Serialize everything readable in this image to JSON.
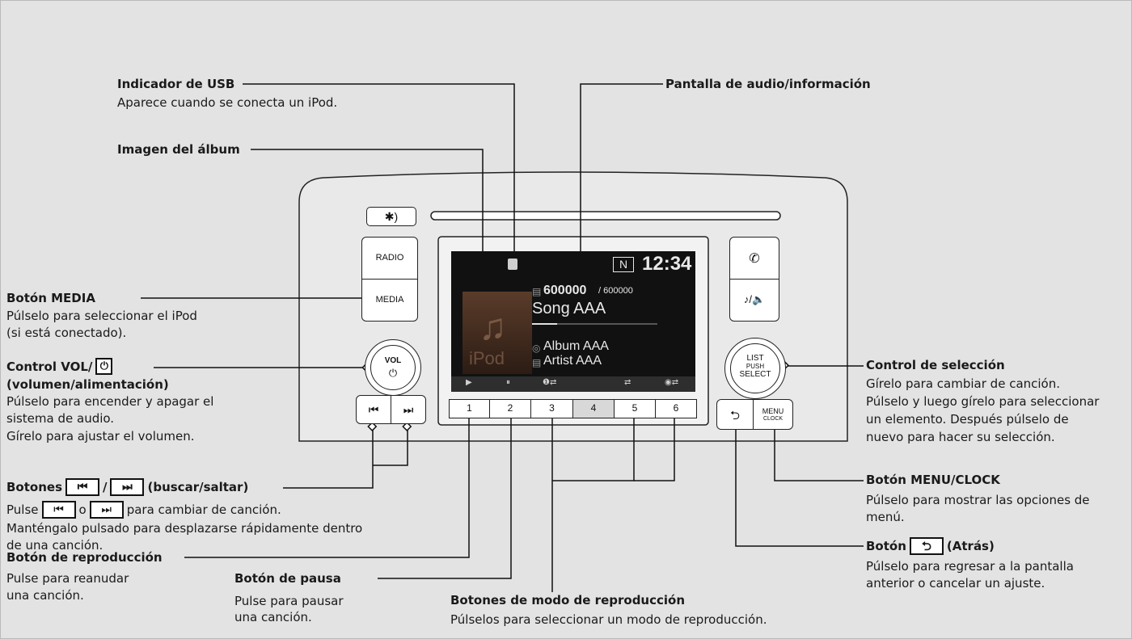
{
  "device": {
    "illumination_glyph": "✱)",
    "radio_label": "RADIO",
    "media_label": "MEDIA",
    "vol_label": "VOL",
    "power_glyph": "⏻",
    "skip_back_glyph": "⏮",
    "skip_fwd_glyph": "⏭",
    "phone_glyph": "✆",
    "music_glyph": "♪/🔈",
    "select_knob_lines": [
      "LIST",
      "PUSH",
      "SELECT"
    ],
    "back_glyph": "⮌",
    "menu_label": "MENU",
    "clock_label": "CLOCK",
    "presets": [
      "1",
      "2",
      "3",
      "4",
      "5",
      "6"
    ]
  },
  "screen": {
    "mode_badge": "N",
    "clock": "12:34",
    "track_counter": "600000",
    "track_total": "/ 600000",
    "song": "Song AAA",
    "album": "Album AAA",
    "artist": "Artist AAA",
    "art_watermark": "iPod",
    "progress_fraction": 0.2,
    "bottom_icons": [
      "▶",
      "⏸",
      "❶⇄",
      "⇄",
      "◉⇄"
    ]
  },
  "labels": {
    "usb": {
      "title": "Indicador de USB",
      "desc": "Aparece cuando se conecta un iPod."
    },
    "display": {
      "title": "Pantalla de audio/información"
    },
    "album_art": {
      "title": "Imagen del álbum"
    },
    "media": {
      "title": "Botón MEDIA",
      "desc1": "Púlselo para seleccionar el iPod",
      "desc2": "(si está conectado)."
    },
    "vol": {
      "title_prefix": "Control VOL/",
      "title2": "(volumen/alimentación)",
      "desc1": "Púlselo para encender y apagar el",
      "desc2": "sistema de audio.",
      "desc3": "Gírelo para ajustar el volumen."
    },
    "seek": {
      "title_prefix": "Botones",
      "separator": "/",
      "title_suffix": "(buscar/saltar)",
      "desc1_prefix": "Pulse",
      "desc1_mid": "o",
      "desc1_suffix": "para cambiar de canción.",
      "desc2": "Manténgalo pulsado para desplazarse rápidamente dentro",
      "desc3": "de una canción."
    },
    "play": {
      "title": "Botón de reproducción",
      "desc1": "Pulse para reanudar",
      "desc2": "una canción."
    },
    "pause": {
      "title": "Botón de pausa",
      "desc1": "Pulse para pausar",
      "desc2": "una canción."
    },
    "play_mode": {
      "title": "Botones de modo de reproducción",
      "desc": "Púlselos para seleccionar un modo de reproducción."
    },
    "select": {
      "title": "Control de selección",
      "desc1": "Gírelo para cambiar de canción.",
      "desc2": "Púlselo y luego gírelo para seleccionar",
      "desc3": "un elemento. Después púlselo de",
      "desc4": "nuevo para hacer su selección."
    },
    "menu_clock": {
      "title": "Botón MENU/CLOCK",
      "desc1": "Púlselo para mostrar las opciones de",
      "desc2": "menú."
    },
    "back": {
      "title_prefix": "Botón",
      "title_suffix": "(Atrás)",
      "desc1": "Púlselo para regresar a la pantalla",
      "desc2": "anterior o cancelar un ajuste."
    }
  }
}
